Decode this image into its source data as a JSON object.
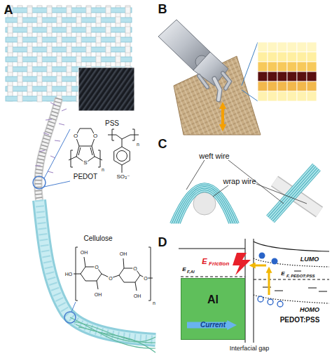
{
  "diagram": {
    "nodes": [
      {
        "text": [
          "Al",
          "Current"
        ]
      }
    ],
    "labels": [
      "A",
      "B",
      "C",
      "D",
      "PEDOT",
      "O",
      "O",
      "S",
      "n",
      "PSS",
      "n",
      "SO₃⁻",
      "Cellulose",
      "OH",
      "O",
      "HO",
      "OH",
      "O",
      "OH",
      "O",
      "OH",
      "O",
      "n",
      "weft wire",
      "wrap wire",
      "LUMO",
      "HOMO",
      "E",
      "Friction",
      "E",
      "F,Al",
      "E",
      "F, PEDOT:PSS",
      "PEDOT:PSS",
      "Interfacial gap"
    ]
  }
}
